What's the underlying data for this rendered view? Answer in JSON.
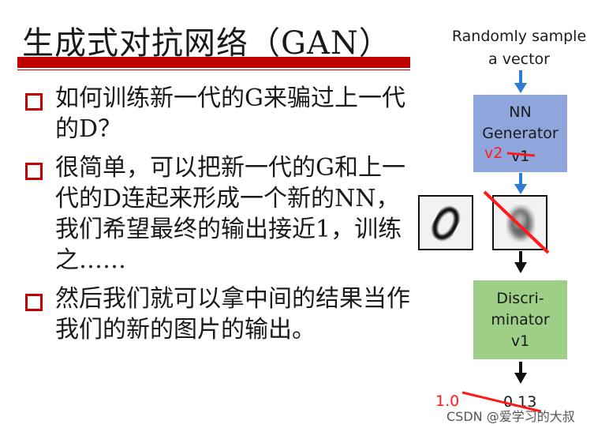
{
  "title": "生成式对抗网络（GAN）",
  "bullets": [
    "如何训练新一代的G来骗过上一代的D？",
    "很简单，可以把新一代的G和上一代的D连起来形成一个新的NN，我们希望最终的输出接近1，训练之……",
    "然后我们就可以拿中间的结果当作我们的新的图片的输出。"
  ],
  "diagram": {
    "input_label": "Randomly sample a vector",
    "generator": {
      "line1": "NN",
      "line2": "Generator",
      "version_new": "v2",
      "version_old": "v1"
    },
    "discriminator": {
      "line1": "Discri-",
      "line2": "minator",
      "line3": "v1"
    },
    "score_old": "0.13",
    "score_new": "1.0"
  },
  "watermark": "CSDN @爱学习的大叔",
  "colors": {
    "accent_red": "#c00000",
    "annotation_red": "#ff1a1a",
    "arrow_blue": "#2e7bd6",
    "generator_fill": "#8ea6dc",
    "discriminator_fill": "#9dcf86"
  }
}
